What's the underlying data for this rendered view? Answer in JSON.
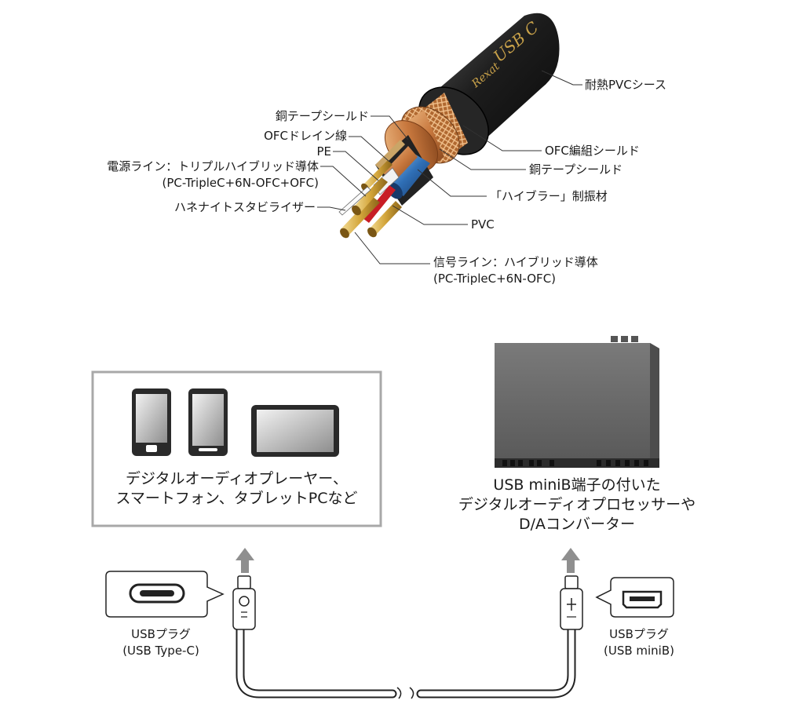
{
  "cable_labels": {
    "sheath": "耐熱PVCシース",
    "braid_shield": "OFC編組シールド",
    "copper_tape_right": "銅テープシールド",
    "damper": "「ハイブラー」制振材",
    "pvc": "PVC",
    "signal_line": "信号ライン：ハイブリッド導体",
    "signal_line_spec": "(PC-TripleC+6N-OFC)",
    "copper_tape_left": "銅テープシールド",
    "drain_wire": "OFCドレイン線",
    "pe": "PE",
    "power_line": "電源ライン：トリプルハイブリッド導体",
    "power_line_spec": "(PC-TripleC+6N-OFC+OFC)",
    "stabilizer": "ハネナイトスタビライザー"
  },
  "cable_print": {
    "brand": "Rexat",
    "model": "USB C"
  },
  "source_devices": {
    "caption_line1": "デジタルオーディオプレーヤー、",
    "caption_line2": "スマートフォン、タブレットPCなど"
  },
  "dest_device": {
    "caption_line1": "USB miniB端子の付いた",
    "caption_line2": "デジタルオーディオプロセッサーや",
    "caption_line3": "D/Aコンバーター"
  },
  "plugs": {
    "left_line1": "USBプラグ",
    "left_line2": "(USB Type-C)",
    "right_line1": "USBプラグ",
    "right_line2": "(USB miniB)"
  },
  "colors": {
    "sheath": "#1c1c1c",
    "copper": "#c8783e",
    "blue_insulator": "#2f6fb6",
    "gold": "#d3a53a",
    "device_gray": "#6b6b6b",
    "arrow_gray": "#8f8f8f",
    "frame_gray": "#a8a8a8"
  }
}
